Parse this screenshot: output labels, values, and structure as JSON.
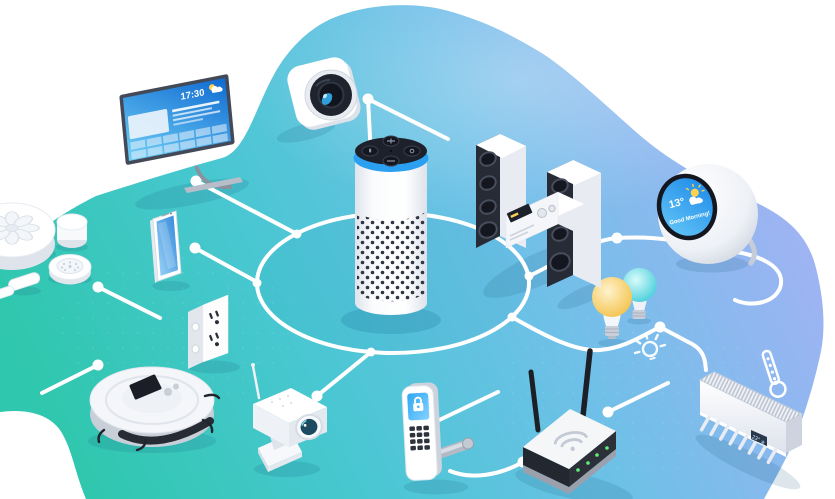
{
  "scene": {
    "type": "smart-home-network-illustration",
    "connection_color": "#ffffff",
    "background_gradient": [
      "#2fc7ad",
      "#4cc7d2",
      "#6fc0e8",
      "#a7b1f5"
    ]
  },
  "devices": {
    "tv": {
      "label": "smart-tv",
      "clock": "17:30",
      "weather_icon": "sun-cloud-icon"
    },
    "camera": {
      "label": "security-camera"
    },
    "hub_speaker": {
      "label": "voice-assistant-speaker",
      "ring_color": "#2b9ff0"
    },
    "stereo": {
      "label": "stereo-system"
    },
    "smart_display": {
      "label": "smart-display",
      "temperature": "13°",
      "greeting": "Good Morning!",
      "weather_icon": "sun-cloud-icon"
    },
    "bulbs": {
      "label": "smart-bulbs",
      "colors": [
        "#f6c64a",
        "#41cdd9"
      ],
      "icon": "shining-bulb-icon"
    },
    "thermometer": {
      "label": "thermometer-icon"
    },
    "air_conditioner": {
      "label": "air-conditioner",
      "temperature": "23°",
      "snowflake": "❄"
    },
    "router": {
      "label": "wifi-router",
      "led_color": "#5ff07a"
    },
    "lock": {
      "label": "smart-door-lock",
      "icon": "padlock-icon"
    },
    "cctv": {
      "label": "cctv-camera"
    },
    "vacuum": {
      "label": "robot-vacuum"
    },
    "plug": {
      "label": "smart-plug"
    },
    "phone": {
      "label": "smartphone"
    },
    "sensors": {
      "label": "smart-sensors"
    }
  }
}
